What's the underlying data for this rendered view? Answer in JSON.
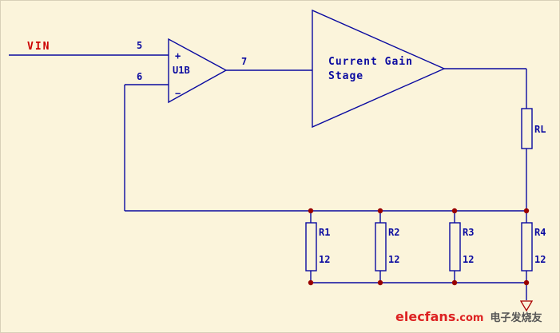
{
  "colors": {
    "background": "#FBF4DB",
    "wire": "#0A0AA0",
    "label_red": "#CC0000",
    "junction": "#990000",
    "ground": "#AA0000",
    "logo_red": "#DD2222",
    "logo_gray": "#555555"
  },
  "schematic": {
    "vin_label": "VIN",
    "pins": {
      "noninverting": "5",
      "inverting": "6",
      "output": "7"
    },
    "opamp": {
      "name": "U1B",
      "plus": "+",
      "minus": "−"
    },
    "gain_stage": {
      "line1": "Current Gain",
      "line2": "Stage"
    },
    "load_resistor": {
      "name": "RL"
    },
    "resistors": [
      {
        "name": "R1",
        "value": "12"
      },
      {
        "name": "R2",
        "value": "12"
      },
      {
        "name": "R3",
        "value": "12"
      },
      {
        "name": "R4",
        "value": "12"
      }
    ]
  },
  "watermark": {
    "brand": "elecfans",
    "domain": ".com",
    "chinese": "电子发烧友"
  }
}
